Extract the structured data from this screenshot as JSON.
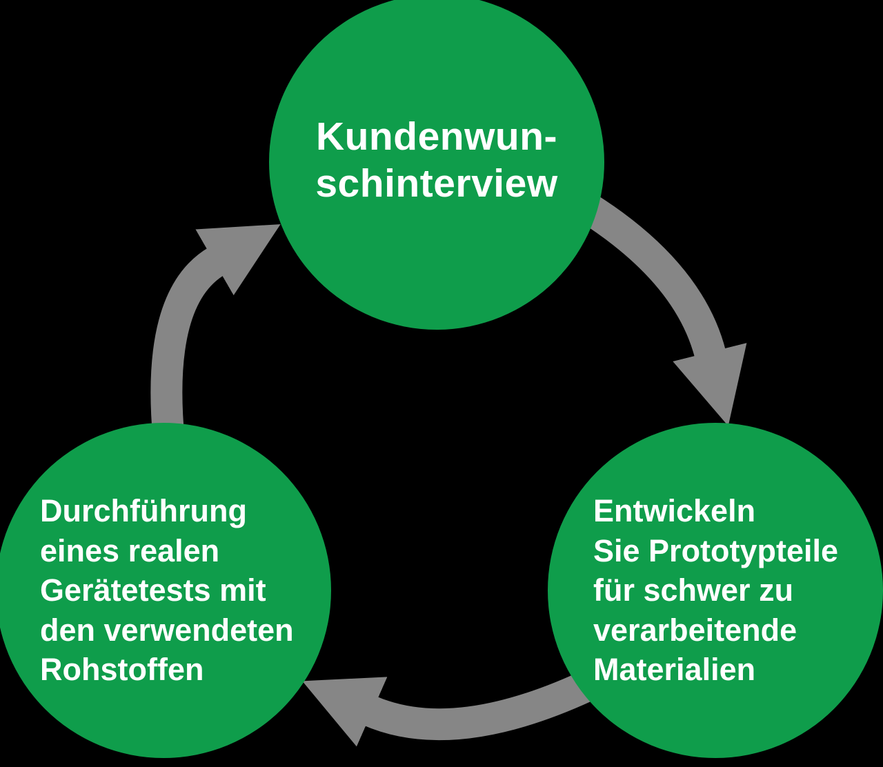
{
  "diagram": {
    "type": "cycle",
    "colors": {
      "background": "#000000",
      "node": "#0f9d4b",
      "arrow": "#868686",
      "text": "#ffffff"
    },
    "nodes": [
      {
        "id": "kundenwunschinterview",
        "lines": [
          "Kundenwun-",
          "schinterview"
        ]
      },
      {
        "id": "prototypteile",
        "lines": [
          "Entwickeln",
          "Sie Prototypteile",
          "für schwer zu",
          "verarbeitende",
          "Materialien"
        ]
      },
      {
        "id": "geraetetest",
        "lines": [
          "Durchführung",
          "eines realen",
          "Gerätetests mit",
          "den verwendeten",
          "Rohstoffen"
        ]
      }
    ],
    "arrows": [
      {
        "from": "kundenwunschinterview",
        "to": "prototypteile"
      },
      {
        "from": "prototypteile",
        "to": "geraetetest"
      },
      {
        "from": "geraetetest",
        "to": "kundenwunschinterview"
      }
    ]
  }
}
